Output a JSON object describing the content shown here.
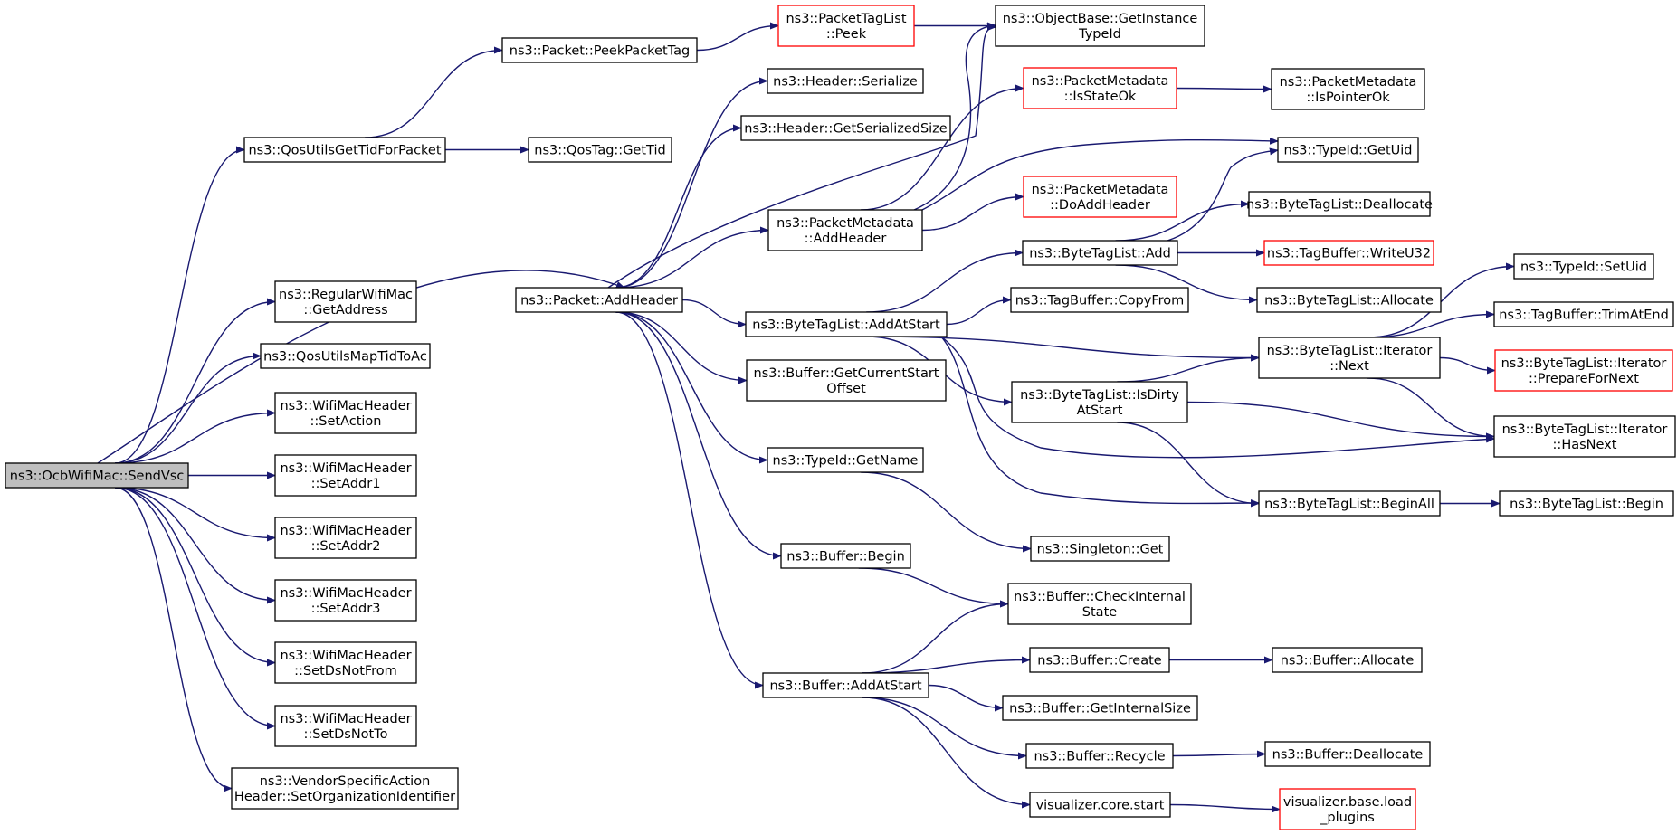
{
  "graph": {
    "edge_color": "#191970",
    "truncated_border_color": "#ff0000",
    "root_fill": "#bfbfbf",
    "nodes": [
      {
        "id": "n0",
        "lines": [
          "ns3::OcbWifiMac::SendVsc"
        ],
        "root": true
      },
      {
        "id": "n1",
        "lines": [
          "ns3::QosUtilsGetTidForPacket"
        ]
      },
      {
        "id": "n2",
        "lines": [
          "ns3::Packet::AddHeader"
        ]
      },
      {
        "id": "n3",
        "lines": [
          "ns3::RegularWifiMac",
          "::GetAddress"
        ]
      },
      {
        "id": "n4",
        "lines": [
          "ns3::QosUtilsMapTidToAc"
        ]
      },
      {
        "id": "n5",
        "lines": [
          "ns3::WifiMacHeader",
          "::SetAction"
        ]
      },
      {
        "id": "n6",
        "lines": [
          "ns3::WifiMacHeader",
          "::SetAddr1"
        ]
      },
      {
        "id": "n7",
        "lines": [
          "ns3::WifiMacHeader",
          "::SetAddr2"
        ]
      },
      {
        "id": "n8",
        "lines": [
          "ns3::WifiMacHeader",
          "::SetAddr3"
        ]
      },
      {
        "id": "n9",
        "lines": [
          "ns3::WifiMacHeader",
          "::SetDsNotFrom"
        ]
      },
      {
        "id": "n10",
        "lines": [
          "ns3::WifiMacHeader",
          "::SetDsNotTo"
        ]
      },
      {
        "id": "n11",
        "lines": [
          "ns3::VendorSpecificAction",
          "Header::SetOrganizationIdentifier"
        ]
      },
      {
        "id": "n12",
        "lines": [
          "ns3::Packet::PeekPacketTag"
        ]
      },
      {
        "id": "n13",
        "lines": [
          "ns3::QosTag::GetTid"
        ]
      },
      {
        "id": "n14",
        "lines": [
          "ns3::PacketTagList",
          "::Peek"
        ],
        "truncated": true
      },
      {
        "id": "n15",
        "lines": [
          "ns3::ObjectBase::GetInstance",
          "TypeId"
        ]
      },
      {
        "id": "n16",
        "lines": [
          "ns3::Header::Serialize"
        ]
      },
      {
        "id": "n17",
        "lines": [
          "ns3::Header::GetSerializedSize"
        ]
      },
      {
        "id": "n18",
        "lines": [
          "ns3::PacketMetadata",
          "::AddHeader"
        ]
      },
      {
        "id": "n19",
        "lines": [
          "ns3::ByteTagList::AddAtStart"
        ]
      },
      {
        "id": "n20",
        "lines": [
          "ns3::Buffer::GetCurrentStart",
          "Offset"
        ]
      },
      {
        "id": "n21",
        "lines": [
          "ns3::TypeId::GetName"
        ]
      },
      {
        "id": "n22",
        "lines": [
          "ns3::Buffer::Begin"
        ]
      },
      {
        "id": "n23",
        "lines": [
          "ns3::Buffer::AddAtStart"
        ]
      },
      {
        "id": "n24",
        "lines": [
          "ns3::PacketMetadata",
          "::IsStateOk"
        ],
        "truncated": true
      },
      {
        "id": "n25",
        "lines": [
          "ns3::PacketMetadata",
          "::IsPointerOk"
        ]
      },
      {
        "id": "n26",
        "lines": [
          "ns3::TypeId::GetUid"
        ]
      },
      {
        "id": "n27",
        "lines": [
          "ns3::PacketMetadata",
          "::DoAddHeader"
        ],
        "truncated": true
      },
      {
        "id": "n28",
        "lines": [
          "ns3::ByteTagList::Add"
        ]
      },
      {
        "id": "n29",
        "lines": [
          "ns3::ByteTagList::Deallocate"
        ]
      },
      {
        "id": "n30",
        "lines": [
          "ns3::TagBuffer::WriteU32"
        ],
        "truncated": true
      },
      {
        "id": "n31",
        "lines": [
          "ns3::ByteTagList::Allocate"
        ]
      },
      {
        "id": "n32",
        "lines": [
          "ns3::TagBuffer::CopyFrom"
        ]
      },
      {
        "id": "n33",
        "lines": [
          "ns3::ByteTagList::IsDirty",
          "AtStart"
        ]
      },
      {
        "id": "n34",
        "lines": [
          "ns3::ByteTagList::Iterator",
          "::Next"
        ]
      },
      {
        "id": "n35",
        "lines": [
          "ns3::TypeId::SetUid"
        ]
      },
      {
        "id": "n36",
        "lines": [
          "ns3::TagBuffer::TrimAtEnd"
        ]
      },
      {
        "id": "n37",
        "lines": [
          "ns3::ByteTagList::Iterator",
          "::PrepareForNext"
        ],
        "truncated": true
      },
      {
        "id": "n38",
        "lines": [
          "ns3::ByteTagList::Iterator",
          "::HasNext"
        ]
      },
      {
        "id": "n39",
        "lines": [
          "ns3::ByteTagList::BeginAll"
        ]
      },
      {
        "id": "n40",
        "lines": [
          "ns3::ByteTagList::Begin"
        ]
      },
      {
        "id": "n41",
        "lines": [
          "ns3::Singleton::Get"
        ]
      },
      {
        "id": "n42",
        "lines": [
          "ns3::Buffer::CheckInternal",
          "State"
        ]
      },
      {
        "id": "n43",
        "lines": [
          "ns3::Buffer::Create"
        ]
      },
      {
        "id": "n44",
        "lines": [
          "ns3::Buffer::Allocate"
        ]
      },
      {
        "id": "n45",
        "lines": [
          "ns3::Buffer::GetInternalSize"
        ]
      },
      {
        "id": "n46",
        "lines": [
          "ns3::Buffer::Recycle"
        ]
      },
      {
        "id": "n47",
        "lines": [
          "ns3::Buffer::Deallocate"
        ]
      },
      {
        "id": "n48",
        "lines": [
          "visualizer.core.start"
        ]
      },
      {
        "id": "n49",
        "lines": [
          "visualizer.base.load",
          "_plugins"
        ],
        "truncated": true
      }
    ],
    "edges": [
      [
        "n0",
        "n1"
      ],
      [
        "n0",
        "n2"
      ],
      [
        "n0",
        "n3"
      ],
      [
        "n0",
        "n4"
      ],
      [
        "n0",
        "n5"
      ],
      [
        "n0",
        "n6"
      ],
      [
        "n0",
        "n7"
      ],
      [
        "n0",
        "n8"
      ],
      [
        "n0",
        "n9"
      ],
      [
        "n0",
        "n10"
      ],
      [
        "n0",
        "n11"
      ],
      [
        "n1",
        "n12"
      ],
      [
        "n1",
        "n13"
      ],
      [
        "n12",
        "n14"
      ],
      [
        "n14",
        "n15"
      ],
      [
        "n2",
        "n15"
      ],
      [
        "n2",
        "n16"
      ],
      [
        "n2",
        "n17"
      ],
      [
        "n2",
        "n18"
      ],
      [
        "n2",
        "n19"
      ],
      [
        "n2",
        "n20"
      ],
      [
        "n2",
        "n21"
      ],
      [
        "n2",
        "n22"
      ],
      [
        "n2",
        "n23"
      ],
      [
        "n18",
        "n15"
      ],
      [
        "n18",
        "n24"
      ],
      [
        "n18",
        "n26"
      ],
      [
        "n18",
        "n27"
      ],
      [
        "n24",
        "n25"
      ],
      [
        "n19",
        "n28"
      ],
      [
        "n19",
        "n32"
      ],
      [
        "n19",
        "n33"
      ],
      [
        "n19",
        "n34"
      ],
      [
        "n19",
        "n38"
      ],
      [
        "n19",
        "n39"
      ],
      [
        "n28",
        "n26"
      ],
      [
        "n28",
        "n29"
      ],
      [
        "n28",
        "n30"
      ],
      [
        "n28",
        "n31"
      ],
      [
        "n33",
        "n34"
      ],
      [
        "n33",
        "n38"
      ],
      [
        "n33",
        "n39"
      ],
      [
        "n34",
        "n35"
      ],
      [
        "n34",
        "n36"
      ],
      [
        "n34",
        "n37"
      ],
      [
        "n34",
        "n38"
      ],
      [
        "n39",
        "n40"
      ],
      [
        "n21",
        "n41"
      ],
      [
        "n22",
        "n42"
      ],
      [
        "n23",
        "n42"
      ],
      [
        "n23",
        "n43"
      ],
      [
        "n23",
        "n45"
      ],
      [
        "n23",
        "n46"
      ],
      [
        "n23",
        "n48"
      ],
      [
        "n43",
        "n44"
      ],
      [
        "n46",
        "n47"
      ],
      [
        "n48",
        "n49"
      ]
    ]
  }
}
